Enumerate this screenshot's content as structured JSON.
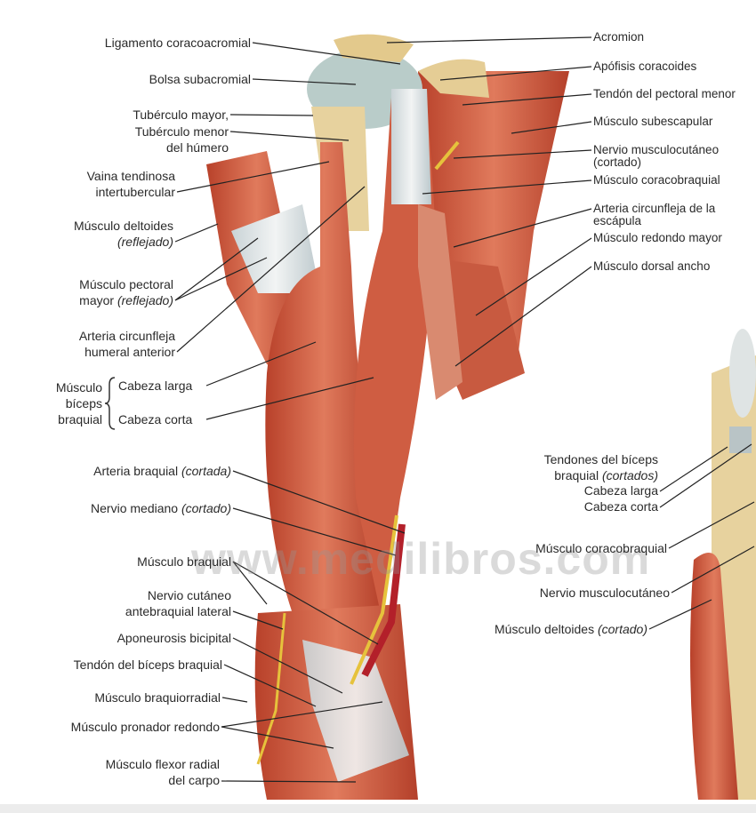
{
  "watermark": "www.medilibros.com",
  "left_labels": {
    "lig_coracoacromial": "Ligamento coracoacromial",
    "bolsa_subacromial": "Bolsa subacromial",
    "tuberculo_1": "Tubérculo mayor,",
    "tuberculo_2": "Tubérculo menor",
    "tuberculo_3": "del húmero",
    "vaina_1": "Vaina tendinosa",
    "vaina_2": "intertubercular",
    "deltoides_1": "Músculo deltoides",
    "deltoides_2": "(reflejado)",
    "pectoral_1": "Músculo pectoral",
    "pectoral_2a": "mayor ",
    "pectoral_2b": "(reflejado)",
    "arteria_circ_1": "Arteria circunfleja",
    "arteria_circ_2": "humeral anterior",
    "biceps_1": "Músculo",
    "biceps_2": "bíceps",
    "biceps_3": "braquial",
    "cabeza_larga": "Cabeza larga",
    "cabeza_corta": "Cabeza corta",
    "arteria_braquial_a": "Arteria braquial ",
    "arteria_braquial_b": "(cortada)",
    "nervio_mediano_a": "Nervio mediano ",
    "nervio_mediano_b": "(cortado)",
    "musculo_braquial": "Músculo braquial",
    "nervio_cutaneo_1": "Nervio cutáneo",
    "nervio_cutaneo_2": "antebraquial lateral",
    "aponeurosis": "Aponeurosis bicipital",
    "tendon_biceps": "Tendón del bíceps braquial",
    "braquiorradial": "Músculo braquiorradial",
    "pronador": "Músculo pronador redondo",
    "flexor_1": "Músculo flexor radial",
    "flexor_2": "del carpo"
  },
  "right_labels": [
    "Acromion",
    "Apófisis coracoides",
    "Tendón del pectoral menor",
    "Músculo subescapular",
    "Nervio musculocutáneo (cortado)",
    "Músculo coracobraquial",
    "Arteria circunfleja de la escápula",
    "Músculo redondo mayor",
    "Músculo dorsal ancho"
  ],
  "lower_right_labels": {
    "tendones_1": "Tendones del bíceps",
    "tendones_2a": "braquial ",
    "tendones_2b": "(cortados)",
    "cabeza_larga": "Cabeza larga",
    "cabeza_corta": "Cabeza corta",
    "coracobraquial": "Músculo coracobraquial",
    "musculocutaneo": "Nervio musculocutáneo",
    "deltoides_a": "Músculo deltoides ",
    "deltoides_b": "(cortado)"
  }
}
